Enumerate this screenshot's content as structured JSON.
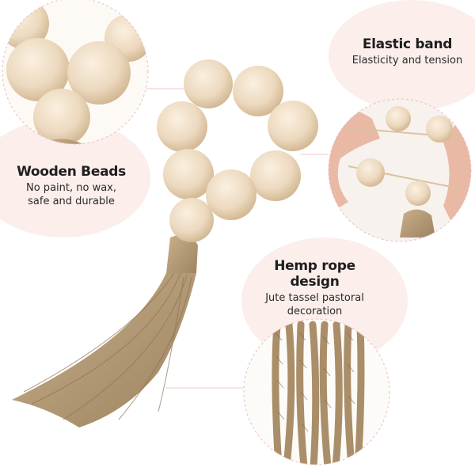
{
  "callouts": {
    "wooden_beads": {
      "title": "Wooden Beads",
      "lines": [
        "No paint, no wax,",
        "safe and durable"
      ]
    },
    "elastic_band": {
      "title": "Elastic band",
      "lines": [
        "Elasticity and tension"
      ]
    },
    "hemp_rope": {
      "title_lines": [
        "Hemp rope",
        "design"
      ],
      "lines": [
        "Jute tassel pastoral",
        "decoration"
      ]
    }
  },
  "colors": {
    "blob": "#fbeeeb",
    "bead": "#ecd9bf",
    "bead_shade": "#d6bb96",
    "jute": "#b89e79",
    "jute_dark": "#8c7252",
    "leader_line": "#f2c8c8",
    "dashed_ring": "#e8bfc3"
  }
}
